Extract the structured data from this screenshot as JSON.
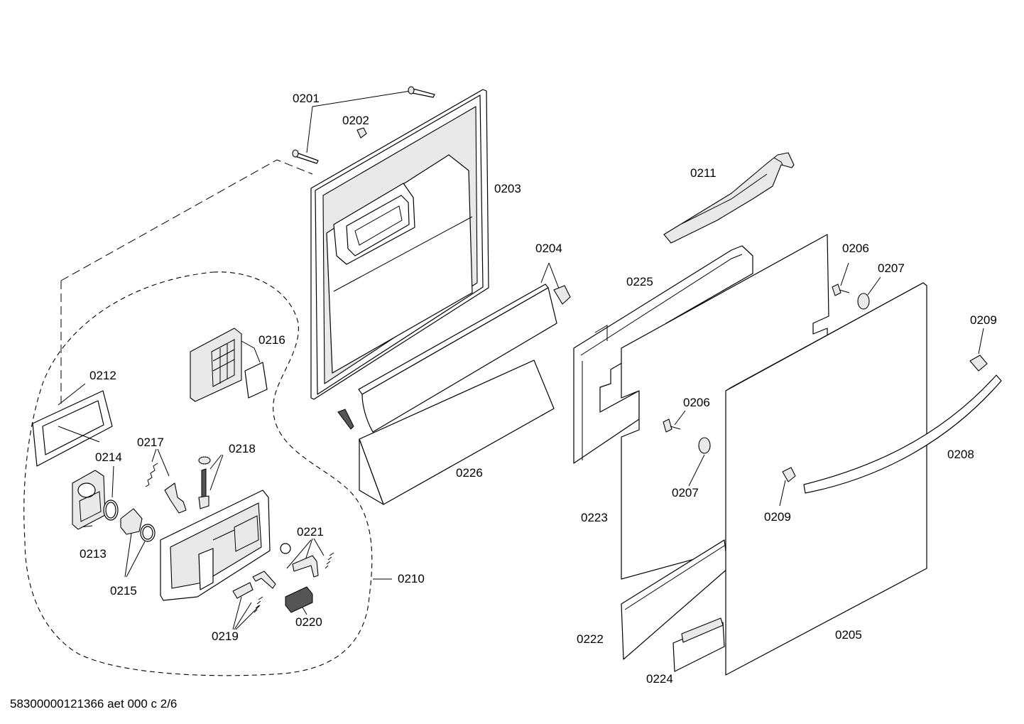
{
  "diagram": {
    "part_labels": {
      "p0201": "0201",
      "p0202": "0202",
      "p0203": "0203",
      "p0204": "0204",
      "p0205": "0205",
      "p0206a": "0206",
      "p0206b": "0206",
      "p0207a": "0207",
      "p0207b": "0207",
      "p0208": "0208",
      "p0209a": "0209",
      "p0209b": "0209",
      "p0210": "0210",
      "p0211": "0211",
      "p0212": "0212",
      "p0213": "0213",
      "p0214": "0214",
      "p0215": "0215",
      "p0216": "0216",
      "p0217": "0217",
      "p0218": "0218",
      "p0219": "0219",
      "p0220": "0220",
      "p0221": "0221",
      "p0222": "0222",
      "p0223": "0223",
      "p0224": "0224",
      "p0225": "0225",
      "p0226": "0226"
    },
    "footer": "58300000121366 aet 000 c 2/6"
  }
}
